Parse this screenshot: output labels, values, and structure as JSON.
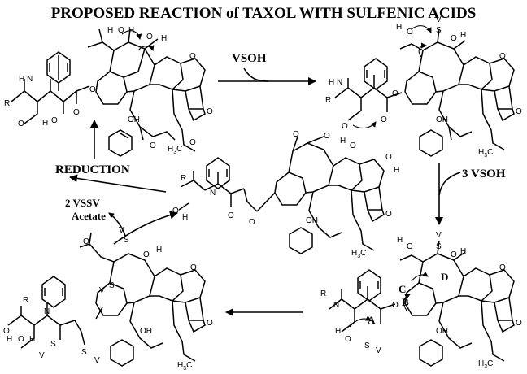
{
  "title": "PROPOSED REACTION of TAXOL WITH SULFENIC ACIDS",
  "labels": {
    "reagent_top": "VSOH",
    "reagent_right": "3  VSOH",
    "reduction": "REDUCTION",
    "reagent_left_line1": "2  VSSV",
    "reagent_left_line2": "Acetate"
  },
  "position_markers": [
    "A",
    "B",
    "C",
    "D"
  ],
  "atoms": {
    "H": "H",
    "O": "O",
    "N": "N",
    "R": "R",
    "S": "S",
    "V": "V",
    "OH": "OH",
    "H3C": "H",
    "three": "3",
    "C": "C"
  },
  "structures": [
    "taxol-reactant",
    "sulfenic-adduct-1",
    "sulfenic-adduct-2",
    "taxol-product-4",
    "reduced-product"
  ]
}
